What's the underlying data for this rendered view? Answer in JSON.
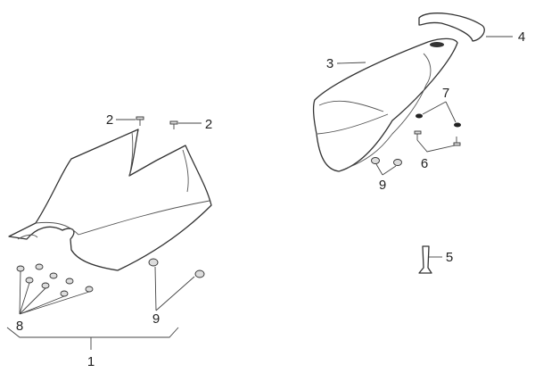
{
  "diagram": {
    "type": "exploded-parts-diagram",
    "callouts": {
      "seat_assembly": "1",
      "screw_left": "2",
      "screw_right": "2",
      "passenger_seat": "3",
      "grab_handle": "4",
      "seat_latch": "5",
      "screws_6": "6",
      "washers_7": "7",
      "nuts_8": "8",
      "nuts_9_lower": "9",
      "nuts_9_upper": "9"
    }
  }
}
